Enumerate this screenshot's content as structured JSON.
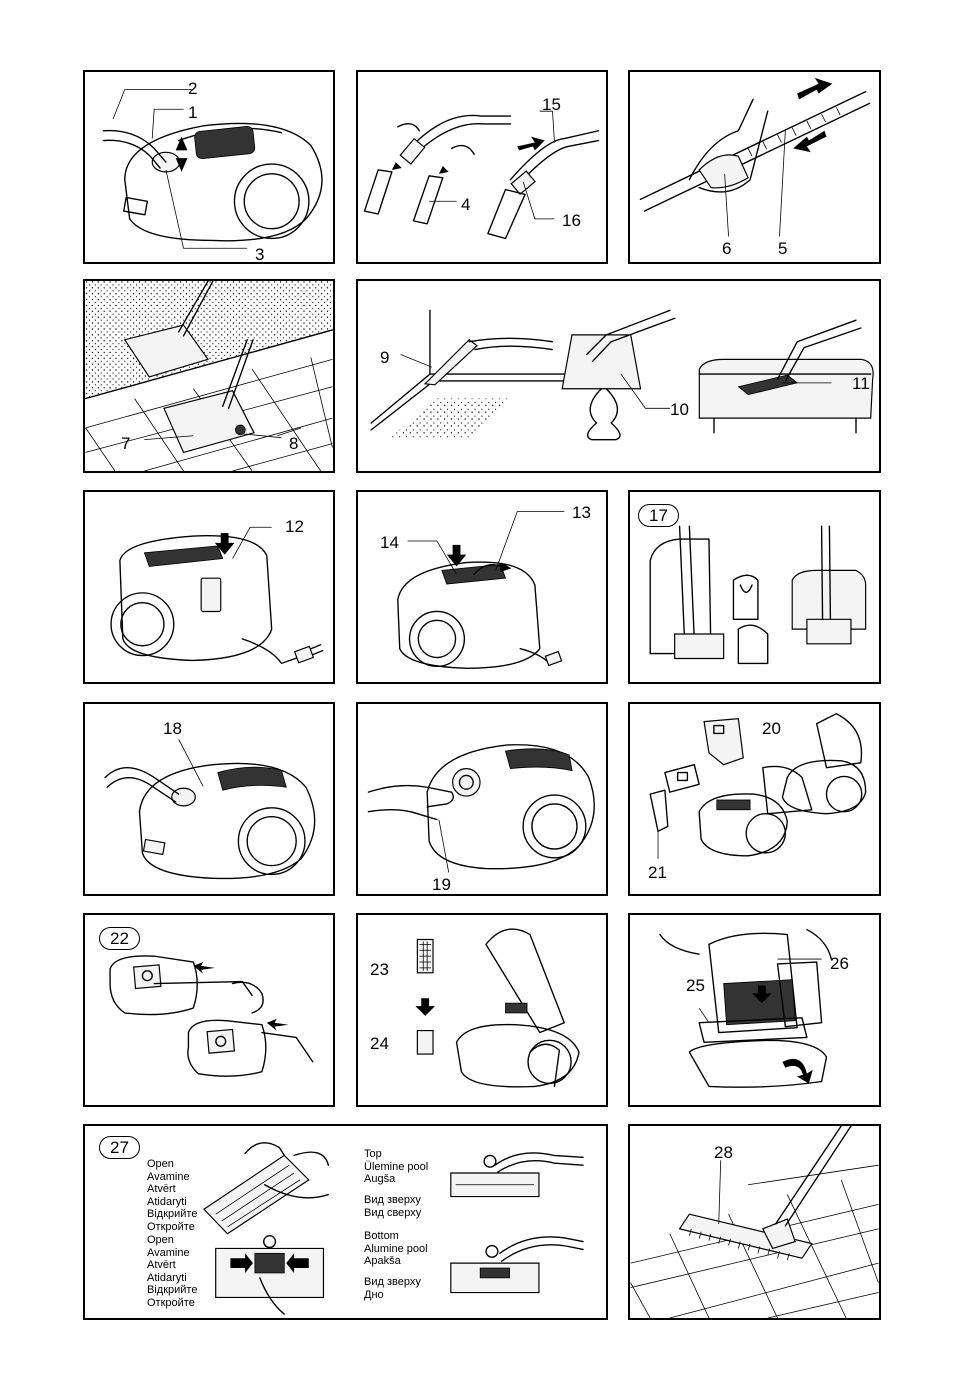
{
  "panels": {
    "p1": {
      "callouts": [
        "2",
        "1",
        "3"
      ]
    },
    "p2": {
      "callouts": [
        "15",
        "4",
        "16"
      ]
    },
    "p3": {
      "callouts": [
        "6",
        "5"
      ]
    },
    "p4": {
      "callouts": [
        "7",
        "8"
      ]
    },
    "p5": {
      "callouts": [
        "9",
        "10",
        "11"
      ]
    },
    "p6": {
      "callouts": [
        "12"
      ]
    },
    "p7": {
      "callouts": [
        "13",
        "14"
      ]
    },
    "p8": {
      "tag": "17"
    },
    "p9": {
      "callouts": [
        "18"
      ]
    },
    "p10": {
      "callouts": [
        "19"
      ]
    },
    "p11": {
      "callouts": [
        "20",
        "21"
      ]
    },
    "p12": {
      "tag": "22"
    },
    "p13": {
      "callouts": [
        "23",
        "24"
      ]
    },
    "p14": {
      "callouts": [
        "26",
        "25"
      ]
    },
    "p15": {
      "tag": "27",
      "open_top": "Open\nAvamine\nAtvērt\nAtidaryti\nВідкрийте\nОткройте",
      "open_bottom": "Open\nAvamine\nAtvērt\nAtidaryti\nВідкрийте\nОткройте",
      "top_label": "Top\nÜlemine pool\nAugša",
      "top_ru": "Вид зверху\nВид сверху",
      "bottom_label": "Bottom\nAlumine pool\nApakša",
      "bottom_ru": "Вид зверху\nДно"
    },
    "p16": {
      "callouts": [
        "28"
      ]
    }
  },
  "icons": [
    "vacuum-cleaner",
    "hose",
    "telescopic-tube",
    "floor-nozzle",
    "crevice-nozzle",
    "upholstery-nozzle",
    "dust-bag",
    "filter",
    "power-plug"
  ]
}
